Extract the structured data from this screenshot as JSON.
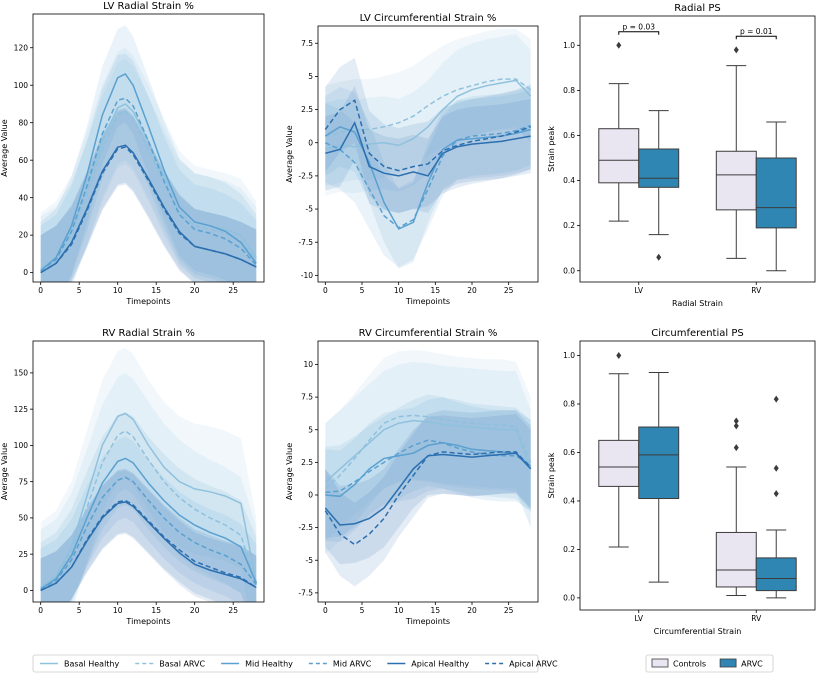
{
  "legend_lines": [
    {
      "name": "Basal Healthy",
      "color": "#8fc1de",
      "dash": false
    },
    {
      "name": "Basal ARVC",
      "color": "#8fc1de",
      "dash": true
    },
    {
      "name": "Mid Healthy",
      "color": "#5aa0d0",
      "dash": false
    },
    {
      "name": "Mid ARVC",
      "color": "#5aa0d0",
      "dash": true
    },
    {
      "name": "Apical Healthy",
      "color": "#2b6fb0",
      "dash": false
    },
    {
      "name": "Apical ARVC",
      "color": "#2b6fb0",
      "dash": true
    }
  ],
  "legend_groups": [
    {
      "name": "Controls",
      "color": "#e9e5f1"
    },
    {
      "name": "ARVC",
      "color": "#2f86b2"
    }
  ],
  "chart_data": [
    {
      "type": "line",
      "title": "LV Radial Strain %",
      "xlabel": "Timepoints",
      "ylabel": "Average Value",
      "xlim": [
        -1,
        29
      ],
      "ylim": [
        -5,
        138
      ],
      "xticks": [
        0,
        5,
        10,
        15,
        20,
        25
      ],
      "yticks": [
        0,
        20,
        40,
        60,
        80,
        100,
        120
      ],
      "x": [
        0,
        2,
        4,
        6,
        8,
        10,
        11,
        12,
        14,
        16,
        18,
        20,
        22,
        24,
        26,
        28
      ],
      "series": [
        {
          "name": "Basal Healthy",
          "values": [
            2,
            8,
            22,
            45,
            70,
            88,
            90,
            86,
            70,
            52,
            35,
            27,
            25,
            23,
            20,
            8
          ],
          "band": 30
        },
        {
          "name": "Basal ARVC",
          "values": [
            2,
            7,
            20,
            42,
            66,
            84,
            86,
            82,
            66,
            48,
            32,
            25,
            23,
            21,
            17,
            7
          ],
          "band": 28
        },
        {
          "name": "Mid Healthy",
          "values": [
            1,
            8,
            25,
            52,
            84,
            104,
            106,
            100,
            78,
            55,
            35,
            27,
            25,
            22,
            16,
            5
          ],
          "band": 26
        },
        {
          "name": "Mid ARVC",
          "values": [
            1,
            7,
            22,
            46,
            74,
            92,
            93,
            89,
            70,
            49,
            31,
            23,
            21,
            18,
            13,
            4
          ],
          "band": 24
        },
        {
          "name": "Apical Healthy",
          "values": [
            0,
            5,
            16,
            34,
            54,
            67,
            68,
            64,
            50,
            35,
            22,
            14,
            12,
            10,
            7,
            3
          ],
          "band": 20
        },
        {
          "name": "Apical ARVC",
          "values": [
            0,
            5,
            15,
            33,
            53,
            66,
            67,
            63,
            49,
            34,
            21,
            14,
            12,
            10,
            7,
            3
          ],
          "band": 20
        }
      ]
    },
    {
      "type": "line",
      "title": "LV Circumferential Strain %",
      "xlabel": "Timepoints",
      "ylabel": "Average Value",
      "xlim": [
        -1,
        29
      ],
      "ylim": [
        -10.5,
        8.8
      ],
      "xticks": [
        0,
        5,
        10,
        15,
        20,
        25
      ],
      "yticks": [
        -10,
        -7.5,
        -5,
        -2.5,
        0,
        2.5,
        5,
        7.5
      ],
      "x": [
        0,
        2,
        4,
        6,
        8,
        10,
        12,
        14,
        16,
        18,
        20,
        22,
        24,
        26,
        28
      ],
      "series": [
        {
          "name": "Basal Healthy",
          "values": [
            -0.5,
            -0.2,
            -0.3,
            -0.1,
            0.0,
            -0.2,
            0.3,
            1.2,
            2.5,
            3.5,
            4.0,
            4.3,
            4.5,
            4.7,
            3.5
          ],
          "band": 3.5
        },
        {
          "name": "Basal ARVC",
          "values": [
            0.5,
            0.8,
            1.0,
            1.0,
            1.2,
            1.5,
            2.0,
            2.8,
            3.5,
            4.0,
            4.3,
            4.6,
            4.8,
            4.8,
            4.0
          ],
          "band": 3.8
        },
        {
          "name": "Mid Healthy",
          "values": [
            0.5,
            1.2,
            0.8,
            -1.5,
            -4.5,
            -6.5,
            -6.0,
            -3.0,
            -0.5,
            0.2,
            0.3,
            0.4,
            0.5,
            0.7,
            1.0
          ],
          "band": 3.0
        },
        {
          "name": "Mid ARVC",
          "values": [
            0.0,
            -0.5,
            -1.5,
            -3.5,
            -5.5,
            -6.4,
            -5.8,
            -3.5,
            -1.0,
            0.2,
            0.5,
            0.6,
            0.7,
            0.9,
            1.3
          ],
          "band": 3.0
        },
        {
          "name": "Apical Healthy",
          "values": [
            -0.8,
            -0.5,
            1.5,
            -1.8,
            -2.3,
            -2.5,
            -2.2,
            -2.5,
            -0.8,
            -0.3,
            -0.1,
            0.0,
            0.1,
            0.3,
            0.5
          ],
          "band": 2.8
        },
        {
          "name": "Apical ARVC",
          "values": [
            1.0,
            2.5,
            3.2,
            -0.8,
            -1.8,
            -2.1,
            -1.8,
            -1.6,
            -0.6,
            -0.2,
            0.1,
            0.3,
            0.5,
            0.8,
            1.2
          ],
          "band": 3.2
        }
      ]
    },
    {
      "type": "box",
      "title": "Radial PS",
      "xlabel": "Radial Strain",
      "ylabel": "Strain peak",
      "ylim": [
        -0.05,
        1.13
      ],
      "yticks": [
        0.0,
        0.2,
        0.4,
        0.6,
        0.8,
        1.0
      ],
      "categories": [
        "LV",
        "RV"
      ],
      "groups": [
        "Controls",
        "ARVC"
      ],
      "boxes": [
        {
          "category": "LV",
          "group": "Controls",
          "whislo": 0.22,
          "q1": 0.39,
          "med": 0.49,
          "q3": 0.63,
          "whishi": 0.83,
          "fliers": [
            1.0
          ]
        },
        {
          "category": "LV",
          "group": "ARVC",
          "whislo": 0.16,
          "q1": 0.37,
          "med": 0.41,
          "q3": 0.54,
          "whishi": 0.71,
          "fliers": [
            0.06
          ]
        },
        {
          "category": "RV",
          "group": "Controls",
          "whislo": 0.055,
          "q1": 0.27,
          "med": 0.425,
          "q3": 0.53,
          "whishi": 0.91,
          "fliers": [
            0.98
          ]
        },
        {
          "category": "RV",
          "group": "ARVC",
          "whislo": 0.0,
          "q1": 0.19,
          "med": 0.28,
          "q3": 0.5,
          "whishi": 0.66,
          "fliers": []
        }
      ],
      "annotations": [
        {
          "category": "LV",
          "text": "p = 0.03",
          "y": 1.06
        },
        {
          "category": "RV",
          "text": "p = 0.01",
          "y": 1.04
        }
      ]
    },
    {
      "type": "line",
      "title": "RV Radial Strain %",
      "xlabel": "Timepoints",
      "ylabel": "Average Value",
      "xlim": [
        -1,
        29
      ],
      "ylim": [
        -8,
        172
      ],
      "xticks": [
        0,
        5,
        10,
        15,
        20,
        25
      ],
      "yticks": [
        0,
        25,
        50,
        75,
        100,
        125,
        150
      ],
      "x": [
        0,
        2,
        4,
        6,
        8,
        10,
        11,
        12,
        14,
        16,
        18,
        20,
        22,
        24,
        26,
        28
      ],
      "series": [
        {
          "name": "Basal Healthy",
          "values": [
            2,
            10,
            30,
            65,
            100,
            120,
            122,
            118,
            100,
            85,
            75,
            70,
            68,
            65,
            60,
            5
          ],
          "band": 45
        },
        {
          "name": "Basal ARVC",
          "values": [
            2,
            9,
            27,
            57,
            88,
            107,
            110,
            106,
            90,
            75,
            64,
            56,
            50,
            45,
            38,
            4
          ],
          "band": 40
        },
        {
          "name": "Mid Healthy",
          "values": [
            1,
            8,
            24,
            50,
            74,
            89,
            91,
            88,
            74,
            62,
            52,
            45,
            40,
            36,
            30,
            5
          ],
          "band": 32
        },
        {
          "name": "Mid ARVC",
          "values": [
            1,
            7,
            21,
            44,
            64,
            76,
            78,
            75,
            62,
            50,
            40,
            33,
            28,
            24,
            18,
            4
          ],
          "band": 28
        },
        {
          "name": "Apical Healthy",
          "values": [
            0,
            5,
            16,
            34,
            50,
            60,
            61,
            58,
            47,
            36,
            26,
            18,
            14,
            11,
            8,
            2
          ],
          "band": 22
        },
        {
          "name": "Apical ARVC",
          "values": [
            0,
            5,
            16,
            35,
            51,
            61,
            62,
            59,
            48,
            37,
            28,
            20,
            16,
            12,
            9,
            2
          ],
          "band": 22
        }
      ]
    },
    {
      "type": "line",
      "title": "RV Circumferential Strain %",
      "xlabel": "Timepoints",
      "ylabel": "Average Value",
      "xlim": [
        -1,
        29
      ],
      "ylim": [
        -8.2,
        11.8
      ],
      "xticks": [
        0,
        5,
        10,
        15,
        20,
        25
      ],
      "yticks": [
        -7.5,
        -5,
        -2.5,
        0,
        2.5,
        5,
        7.5,
        10
      ],
      "x": [
        0,
        2,
        4,
        6,
        8,
        10,
        12,
        14,
        16,
        18,
        20,
        22,
        24,
        26,
        28
      ],
      "series": [
        {
          "name": "Basal Healthy",
          "values": [
            1.0,
            2.0,
            3.0,
            4.0,
            5.0,
            5.5,
            5.7,
            5.6,
            5.4,
            5.3,
            5.2,
            5.1,
            5.0,
            5.0,
            2.0
          ],
          "band": 4.5
        },
        {
          "name": "Basal ARVC",
          "values": [
            0.5,
            1.5,
            2.8,
            4.2,
            5.5,
            6.0,
            6.1,
            6.0,
            5.8,
            5.6,
            5.5,
            5.4,
            5.4,
            5.2,
            2.5
          ],
          "band": 5.0
        },
        {
          "name": "Mid Healthy",
          "values": [
            0.0,
            -0.1,
            0.8,
            2.0,
            2.8,
            3.0,
            3.2,
            3.8,
            4.0,
            3.8,
            3.5,
            3.4,
            3.3,
            3.2,
            2.2
          ],
          "band": 3.5
        },
        {
          "name": "Mid ARVC",
          "values": [
            0.2,
            0.3,
            1.0,
            1.8,
            2.5,
            3.2,
            3.8,
            4.2,
            4.0,
            3.6,
            3.3,
            3.1,
            3.0,
            3.0,
            2.3
          ],
          "band": 3.5
        },
        {
          "name": "Apical Healthy",
          "values": [
            -1.0,
            -2.3,
            -2.2,
            -1.8,
            -1.0,
            0.5,
            2.0,
            3.0,
            3.1,
            3.0,
            2.9,
            3.0,
            3.1,
            3.2,
            2.0
          ],
          "band": 3.0
        },
        {
          "name": "Apical ARVC",
          "values": [
            -1.2,
            -3.0,
            -3.8,
            -3.0,
            -1.8,
            0.0,
            1.5,
            3.0,
            3.3,
            3.2,
            3.1,
            3.2,
            3.3,
            3.3,
            2.1
          ],
          "band": 3.2
        }
      ]
    },
    {
      "type": "box",
      "title": "Circumferential PS",
      "xlabel": "Circumferential Strain",
      "ylabel": "Strain peak",
      "ylim": [
        -0.05,
        1.06
      ],
      "yticks": [
        0.0,
        0.2,
        0.4,
        0.6,
        0.8,
        1.0
      ],
      "categories": [
        "LV",
        "RV"
      ],
      "groups": [
        "Controls",
        "ARVC"
      ],
      "boxes": [
        {
          "category": "LV",
          "group": "Controls",
          "whislo": 0.21,
          "q1": 0.46,
          "med": 0.54,
          "q3": 0.65,
          "whishi": 0.925,
          "fliers": [
            1.0
          ]
        },
        {
          "category": "LV",
          "group": "ARVC",
          "whislo": 0.065,
          "q1": 0.41,
          "med": 0.59,
          "q3": 0.705,
          "whishi": 0.93,
          "fliers": []
        },
        {
          "category": "RV",
          "group": "Controls",
          "whislo": 0.01,
          "q1": 0.045,
          "med": 0.115,
          "q3": 0.27,
          "whishi": 0.54,
          "fliers": [
            0.62,
            0.71,
            0.73
          ]
        },
        {
          "category": "RV",
          "group": "ARVC",
          "whislo": 0.0,
          "q1": 0.03,
          "med": 0.08,
          "q3": 0.165,
          "whishi": 0.28,
          "fliers": [
            0.43,
            0.535,
            0.82
          ]
        }
      ],
      "annotations": []
    }
  ]
}
